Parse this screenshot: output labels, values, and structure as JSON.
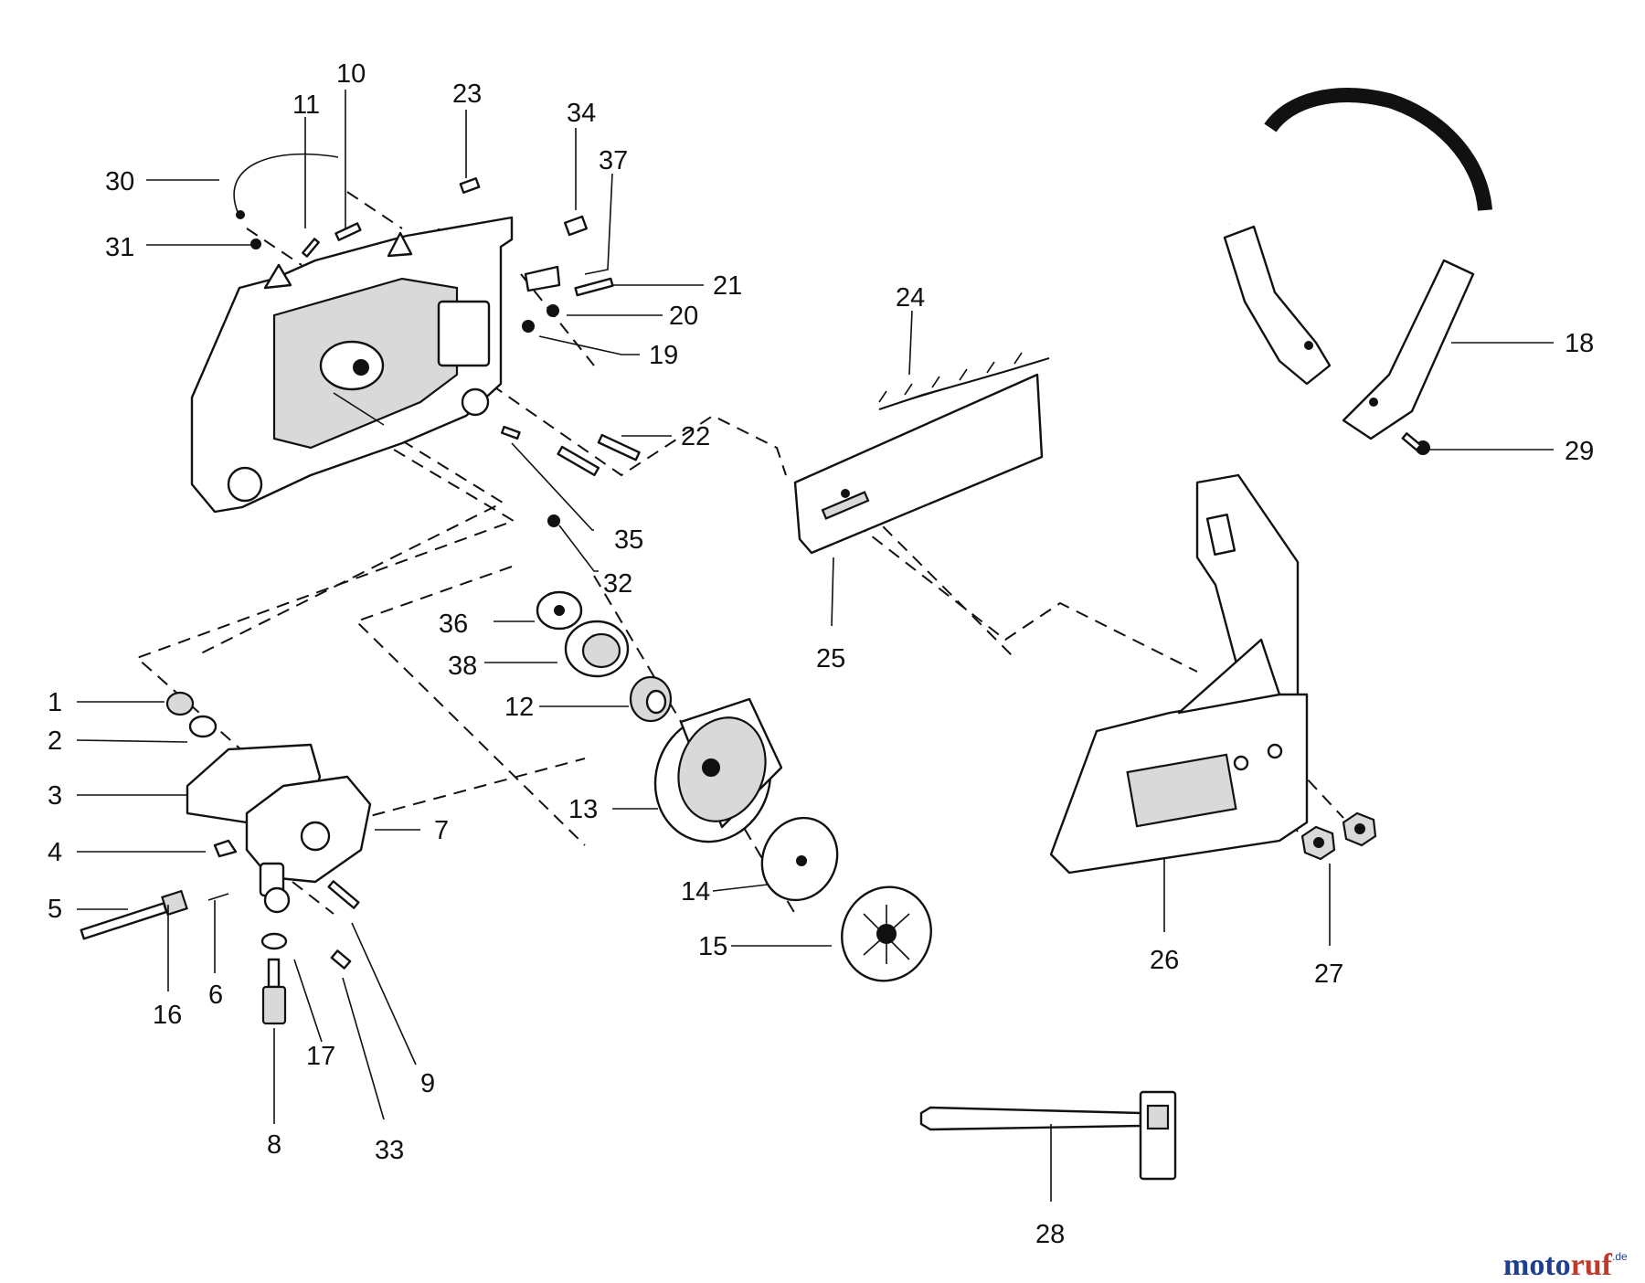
{
  "callouts": {
    "1": "1",
    "2": "2",
    "3": "3",
    "4": "4",
    "5": "5",
    "6": "6",
    "7": "7",
    "8": "8",
    "9": "9",
    "10": "10",
    "11": "11",
    "12": "12",
    "13": "13",
    "14": "14",
    "15": "15",
    "16": "16",
    "17": "17",
    "18": "18",
    "19": "19",
    "20": "20",
    "21": "21",
    "22": "22",
    "23": "23",
    "24": "24",
    "25": "25",
    "26": "26",
    "27": "27",
    "28": "28",
    "29": "29",
    "30": "30",
    "31": "31",
    "32": "32",
    "33": "33",
    "34": "34",
    "35": "35",
    "36": "36",
    "37": "37",
    "38": "38"
  },
  "watermark": {
    "brand_a": "moto",
    "brand_b": "ruf",
    "tld": ".de",
    "color_a": "#1f3f8f",
    "color_b": "#c0392b"
  }
}
